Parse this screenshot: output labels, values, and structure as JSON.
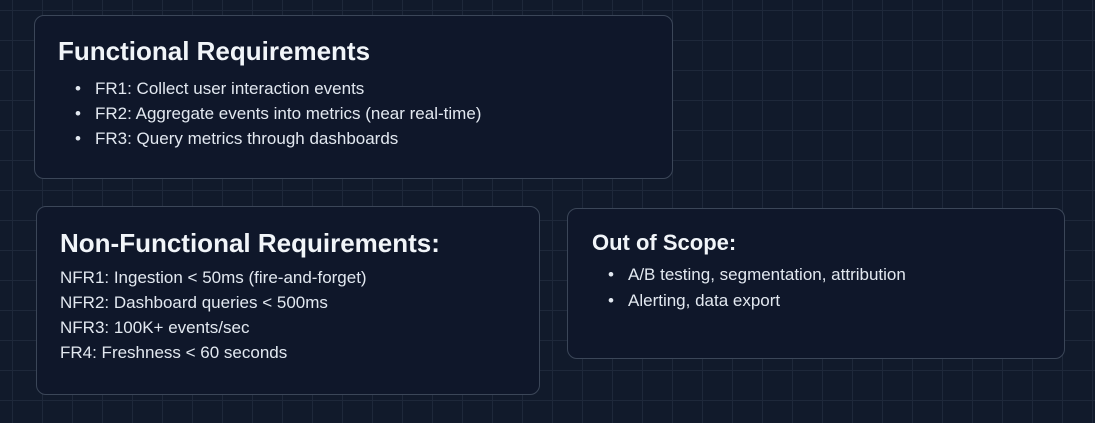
{
  "colors": {
    "background": "#111a2b",
    "grid": "#1e283a",
    "card_fill": "#0f172a",
    "card_border": "#3b4658",
    "title_text": "#f1f5f9",
    "body_text": "#e2e8f0"
  },
  "functional": {
    "title": "Functional Requirements",
    "items": [
      "FR1: Collect user interaction events",
      "FR2: Aggregate events into metrics (near real-time)",
      "FR3: Query metrics through dashboards"
    ]
  },
  "non_functional": {
    "title": "Non-Functional Requirements:",
    "items": [
      "NFR1: Ingestion < 50ms (fire-and-forget)",
      "NFR2: Dashboard queries < 500ms",
      "NFR3: 100K+ events/sec",
      "FR4: Freshness < 60 seconds"
    ]
  },
  "out_of_scope": {
    "title": "Out of Scope:",
    "items": [
      "A/B testing, segmentation, attribution",
      "Alerting, data export"
    ]
  },
  "bullet_glyph": "•"
}
